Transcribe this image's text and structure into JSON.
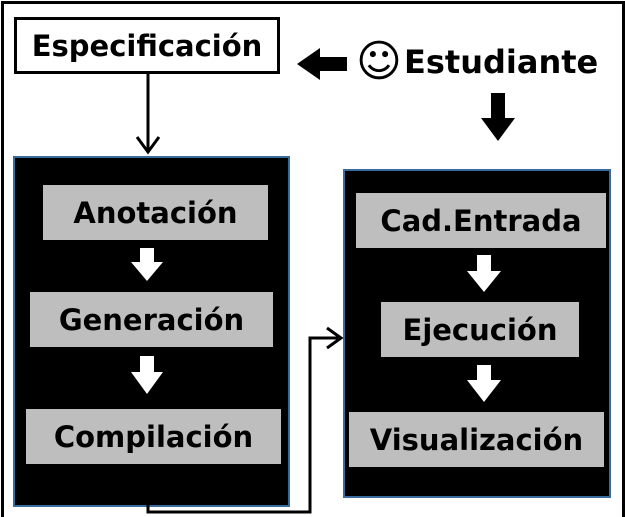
{
  "diagram": {
    "spec_label": "Especificación",
    "student_icon": "☺",
    "student_label": "Estudiante",
    "left_steps": [
      "Anotación",
      "Generación",
      "Compilación"
    ],
    "right_steps": [
      "Cad.Entrada",
      "Ejecución",
      "Visualización"
    ]
  },
  "colors": {
    "panel_bg": "#000000",
    "panel_border": "#3a6b9e",
    "step_bg": "#bebebe",
    "arrow_in_panel": "#ffffff",
    "arrow_outside": "#000000"
  }
}
